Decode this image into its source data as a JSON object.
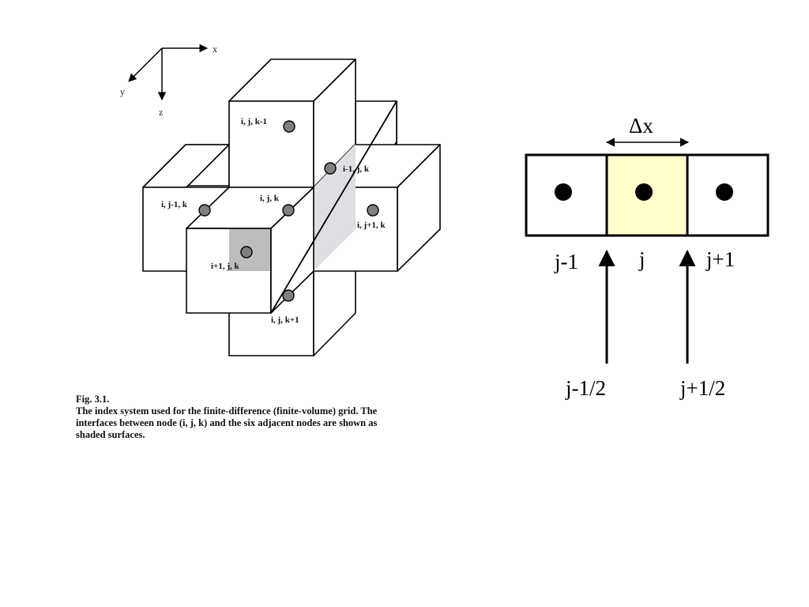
{
  "axes": {
    "x": "x",
    "y": "y",
    "z": "z"
  },
  "nodes": {
    "top": "i, j, k-1",
    "back": "i-1, j, k",
    "left": "i, j-1, k",
    "center": "i, j, k",
    "right": "i, j+1, k",
    "front": "i+1, j, k",
    "bottom": "i, j, k+1"
  },
  "caption": {
    "fig": "Fig. 3.1.",
    "lines": [
      "The index system used for the finite-difference (finite-volume) grid.  The",
      "interfaces between node (i, j, k) and the six adjacent nodes are shown as",
      "shaded surfaces."
    ]
  },
  "grid1d": {
    "dx": "Δx",
    "cells": [
      "j-1",
      "j",
      "j+1"
    ],
    "interfaces": [
      "j-1/2",
      "j+1/2"
    ],
    "highlight_color": "#ffffcc"
  }
}
